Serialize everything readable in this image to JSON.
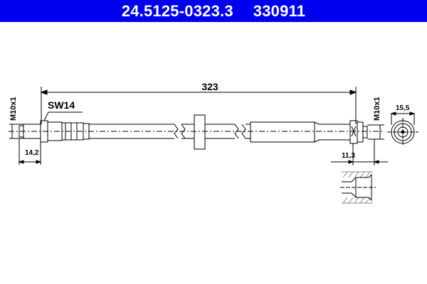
{
  "header": {
    "part_number": "24.5125-0323.3",
    "ref_number": "330911",
    "background_color": "#0000ee",
    "text_color": "#ffffff"
  },
  "drawing": {
    "type": "brake hose technical drawing",
    "dimensions": {
      "overall_length": "323",
      "left_thread": "M10x1",
      "wrench_size": "SW14",
      "left_fitting_length": "14,2",
      "right_thread": "M10x1",
      "right_fitting_length": "11,3",
      "end_view_diameter": "15,5"
    },
    "views": [
      "side-view",
      "end-view",
      "port-section-view"
    ]
  }
}
